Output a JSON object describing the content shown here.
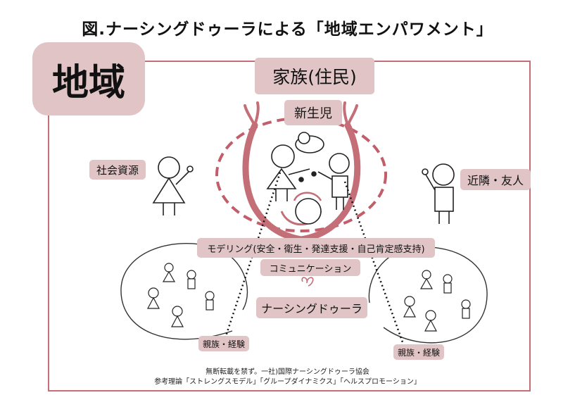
{
  "title": "図.ナーシングドゥーラによる「地域エンパワメント」",
  "labels": {
    "region": "地域",
    "family": "家族(住民)",
    "newborn": "新生児",
    "social_resources": "社会資源",
    "neighbors_friends": "近隣・友人",
    "modeling": "モデリング(安全・衛生・発達支援・自己肯定感支持)",
    "communication": "コミュニケーション",
    "nursing_doula": "ナーシングドゥーラ",
    "relatives_experience_left": "親族・経験",
    "relatives_experience_right": "親族・経験"
  },
  "footer": {
    "line1": "無断転載を禁ず。一社)国際ナーシングドゥーラ協会",
    "line2": "参考理論「ストレングスモデル」「グループダイナミクス」「ヘルスプロモーション」"
  },
  "colors": {
    "accent": "#c46f78",
    "tag_bg": "#e1c5c6",
    "dashed_circle": "#c25d6a"
  }
}
